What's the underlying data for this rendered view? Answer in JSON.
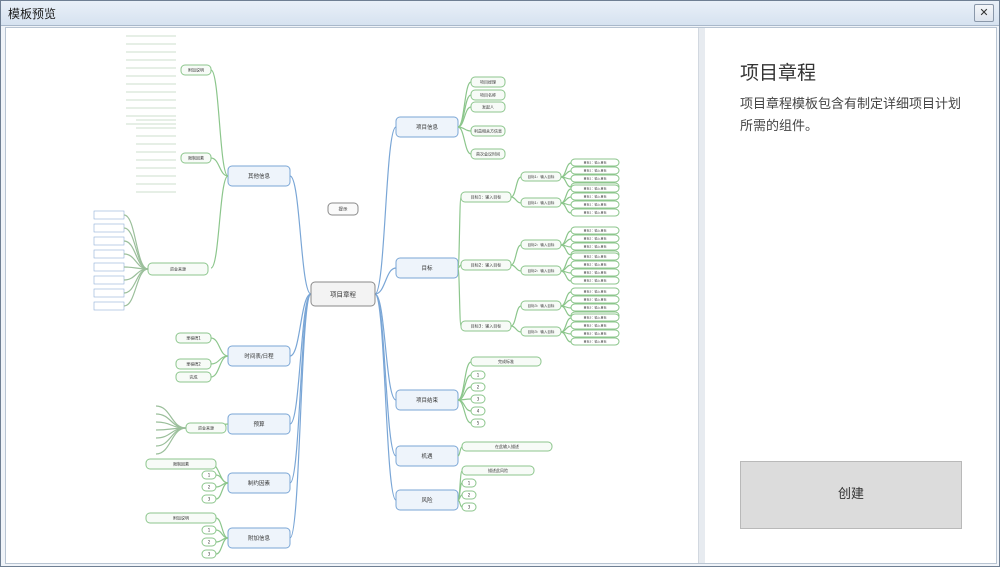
{
  "window": {
    "title": "模板预览",
    "close_glyph": "✕"
  },
  "template": {
    "name": "项目章程",
    "description": "项目章程模板包含有制定详细项目计划所需的组件。",
    "create_button_label": "创建"
  },
  "mindmap": {
    "center": "项目章程",
    "left_branches": [
      "其他信息",
      "时间表/日程",
      "预算",
      "制约因素",
      "附加信息"
    ],
    "right_branches": [
      "项目信息",
      "目标",
      "项目结束",
      "机遇",
      "风险"
    ],
    "project_info_items": [
      "项目经理",
      "项目名称",
      "发起人",
      "利益相关方信息",
      "首次会议时间"
    ],
    "goal_items": [
      "目标1：输入目标",
      "目标2：输入目标",
      "目标3：输入目标"
    ],
    "end_items": [
      "完成标准"
    ],
    "opportunity_items": [
      "在此输入描述"
    ],
    "risk_items": [
      "描述此风险"
    ],
    "schedule_items": [
      "里程碑1",
      "里程碑2",
      "完成"
    ],
    "budget_items": [
      "资金来源"
    ],
    "constraint_items": [
      "限制因素"
    ],
    "extra_items": [
      "附加说明"
    ],
    "small_label": "提示"
  },
  "colors": {
    "accent": "#5b8fc7",
    "leaf_border": "#8cc68c",
    "connector_green": "#8cc68c",
    "connector_blue": "#7aa6d6"
  }
}
